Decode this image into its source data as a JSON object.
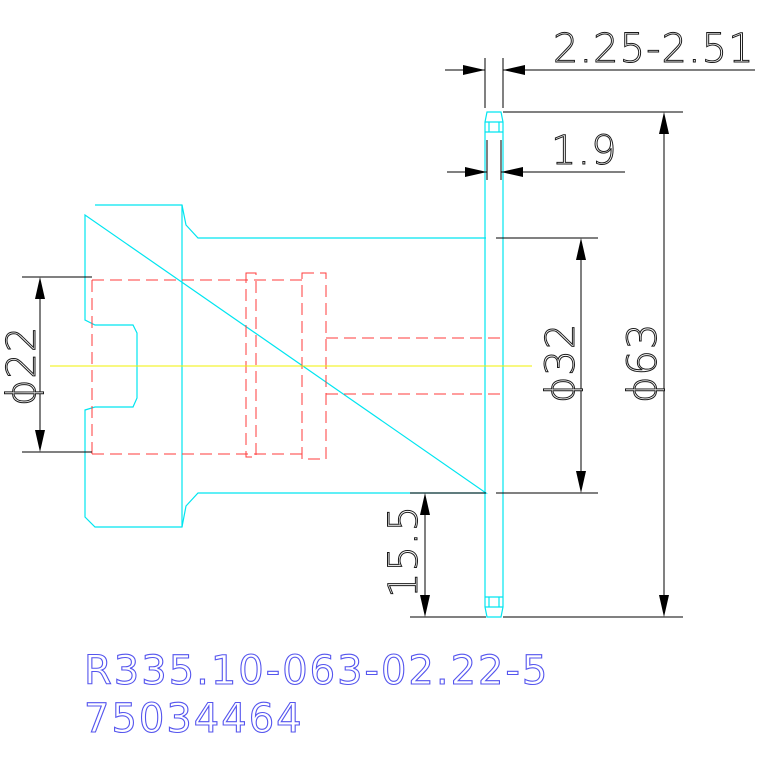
{
  "dimensions": {
    "slot_width_range": "2.25-2.51",
    "blade_width": "1.9",
    "diameter_small": "ϕ22",
    "diameter_mid": "ϕ32",
    "diameter_large": "ϕ63",
    "cut_depth": "15.5"
  },
  "part": {
    "code": "R335.10-063-02.22-5",
    "number": "75034464"
  },
  "colors": {
    "outline": "#00e5f0",
    "hidden_lines": "#ff3b3b",
    "centerline": "#f2f200",
    "dimension_lines": "#000000",
    "part_text": "#5555ee"
  }
}
